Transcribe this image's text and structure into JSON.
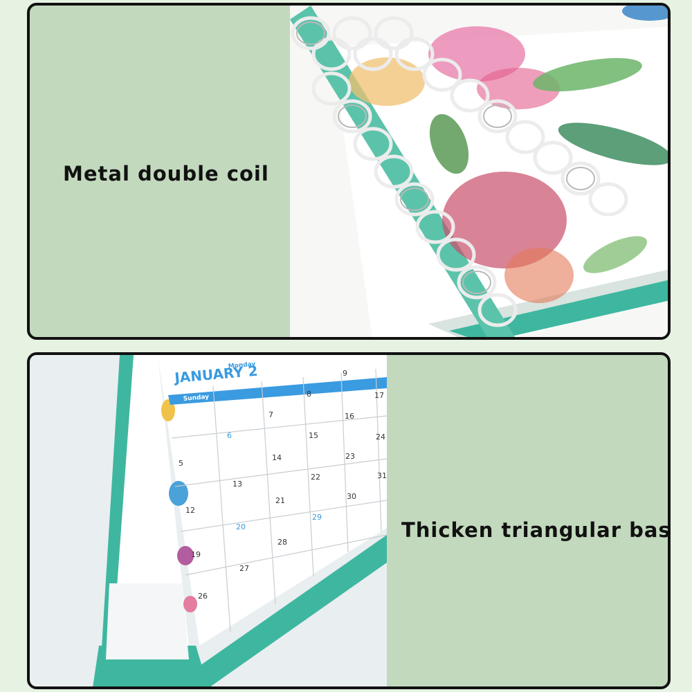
{
  "panels": [
    {
      "caption": "Metal double coil"
    },
    {
      "caption": "Thicken triangular base"
    }
  ],
  "calendar": {
    "month": "JANUARY 2",
    "weekdays": [
      "Sunday",
      "Monday"
    ],
    "dates": [
      "5",
      "6",
      "7",
      "8",
      "9",
      "12",
      "13",
      "14",
      "15",
      "16",
      "17",
      "19",
      "20",
      "21",
      "22",
      "23",
      "24",
      "26",
      "27",
      "28",
      "29",
      "30",
      "31"
    ]
  },
  "colors": {
    "panel_bg": "#c2d9bd",
    "page_bg": "#e6f2e2",
    "teal_base": "#3fb7a0",
    "calendar_blue": "#3a9be0"
  }
}
